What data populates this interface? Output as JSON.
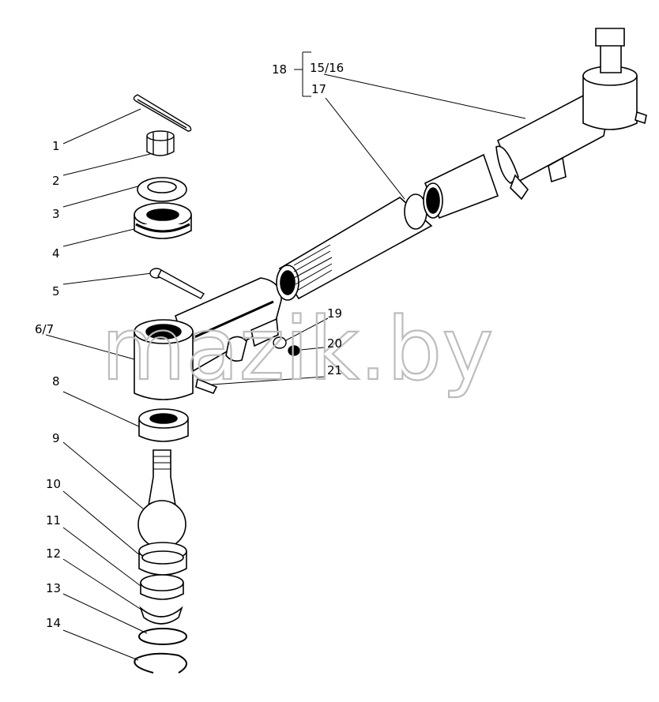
{
  "callouts": [
    "1",
    "2",
    "3",
    "4",
    "5",
    "6/7",
    "8",
    "9",
    "10",
    "11",
    "12",
    "13",
    "14"
  ],
  "group_label": "18",
  "group_items": [
    "15/16",
    "17"
  ],
  "right_labels": [
    "19",
    "20",
    "21"
  ],
  "watermark": "mazik.by"
}
